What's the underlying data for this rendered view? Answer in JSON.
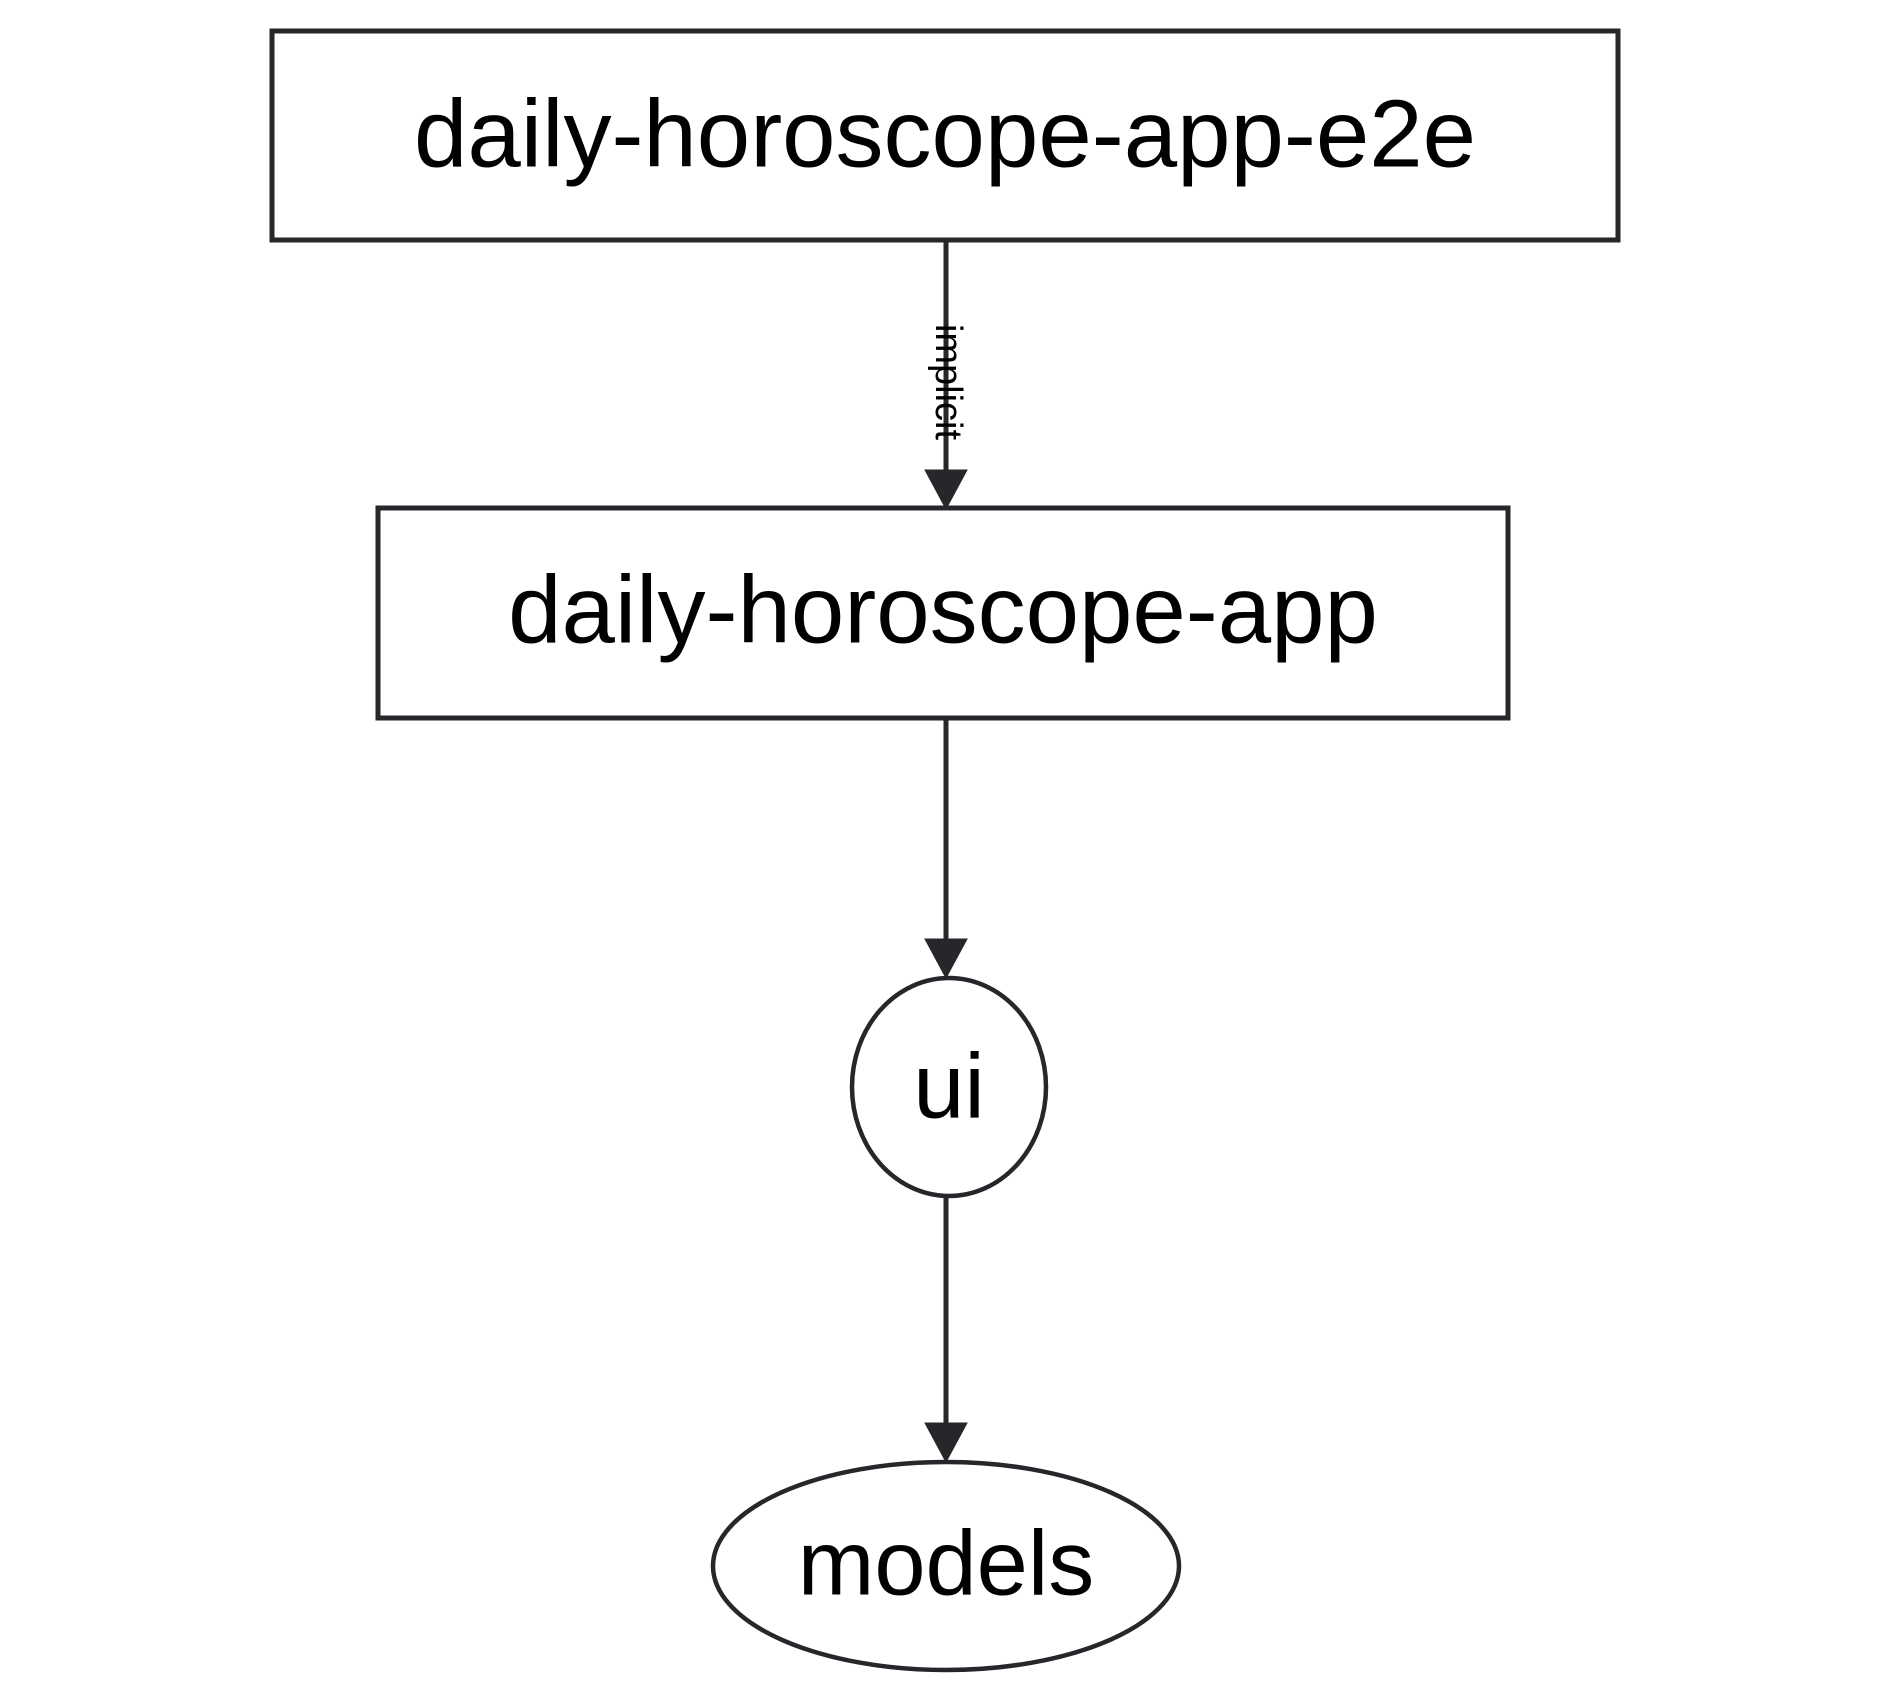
{
  "diagram": {
    "type": "dependency-graph",
    "background_color": "#ffffff",
    "stroke_color": "#26262b",
    "text_color": "#000000",
    "nodes": [
      {
        "id": "daily-horoscope-app-e2e",
        "label": "daily-horoscope-app-e2e",
        "shape": "rectangle"
      },
      {
        "id": "daily-horoscope-app",
        "label": "daily-horoscope-app",
        "shape": "rectangle"
      },
      {
        "id": "ui",
        "label": "ui",
        "shape": "ellipse"
      },
      {
        "id": "models",
        "label": "models",
        "shape": "ellipse"
      }
    ],
    "edges": [
      {
        "from": "daily-horoscope-app-e2e",
        "to": "daily-horoscope-app",
        "label": "implicit",
        "label_orientation": "vertical",
        "arrow": "filled-triangle"
      },
      {
        "from": "daily-horoscope-app",
        "to": "ui",
        "label": "",
        "arrow": "filled-triangle"
      },
      {
        "from": "ui",
        "to": "models",
        "label": "",
        "arrow": "filled-triangle"
      }
    ]
  }
}
